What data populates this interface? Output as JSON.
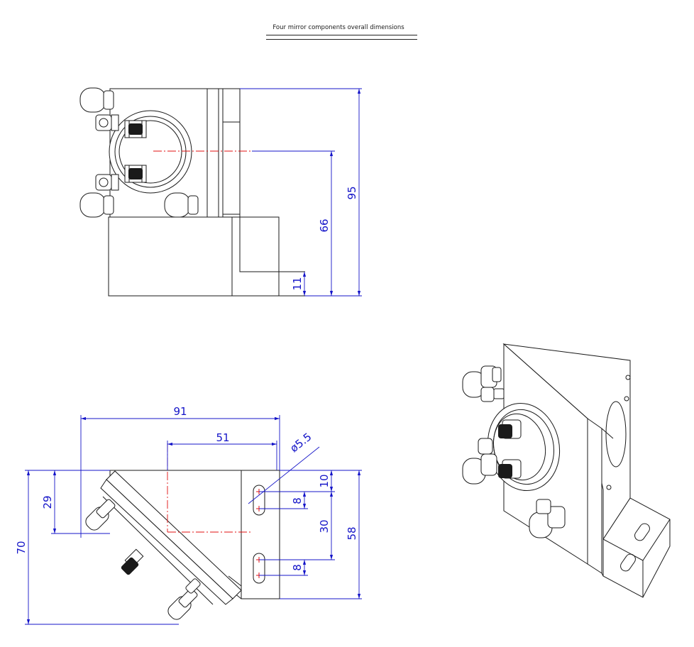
{
  "title": "Four mirror components overall dimensions",
  "dimensions": {
    "front": {
      "overall_height": "95",
      "center_height": "66",
      "base_height": "11"
    },
    "top": {
      "overall_length": "91",
      "center_offset": "51",
      "hole_diameter": "ø5.5",
      "left_offset": "29",
      "overall_depth": "70",
      "slot_top_offset": "10",
      "slot_length_upper": "8",
      "slot_spacing": "30",
      "slot_length_lower": "8",
      "base_depth": "58"
    }
  },
  "colors": {
    "outline": "#1a1a1a",
    "dimension": "#1414c8",
    "centerline": "#e01010"
  }
}
